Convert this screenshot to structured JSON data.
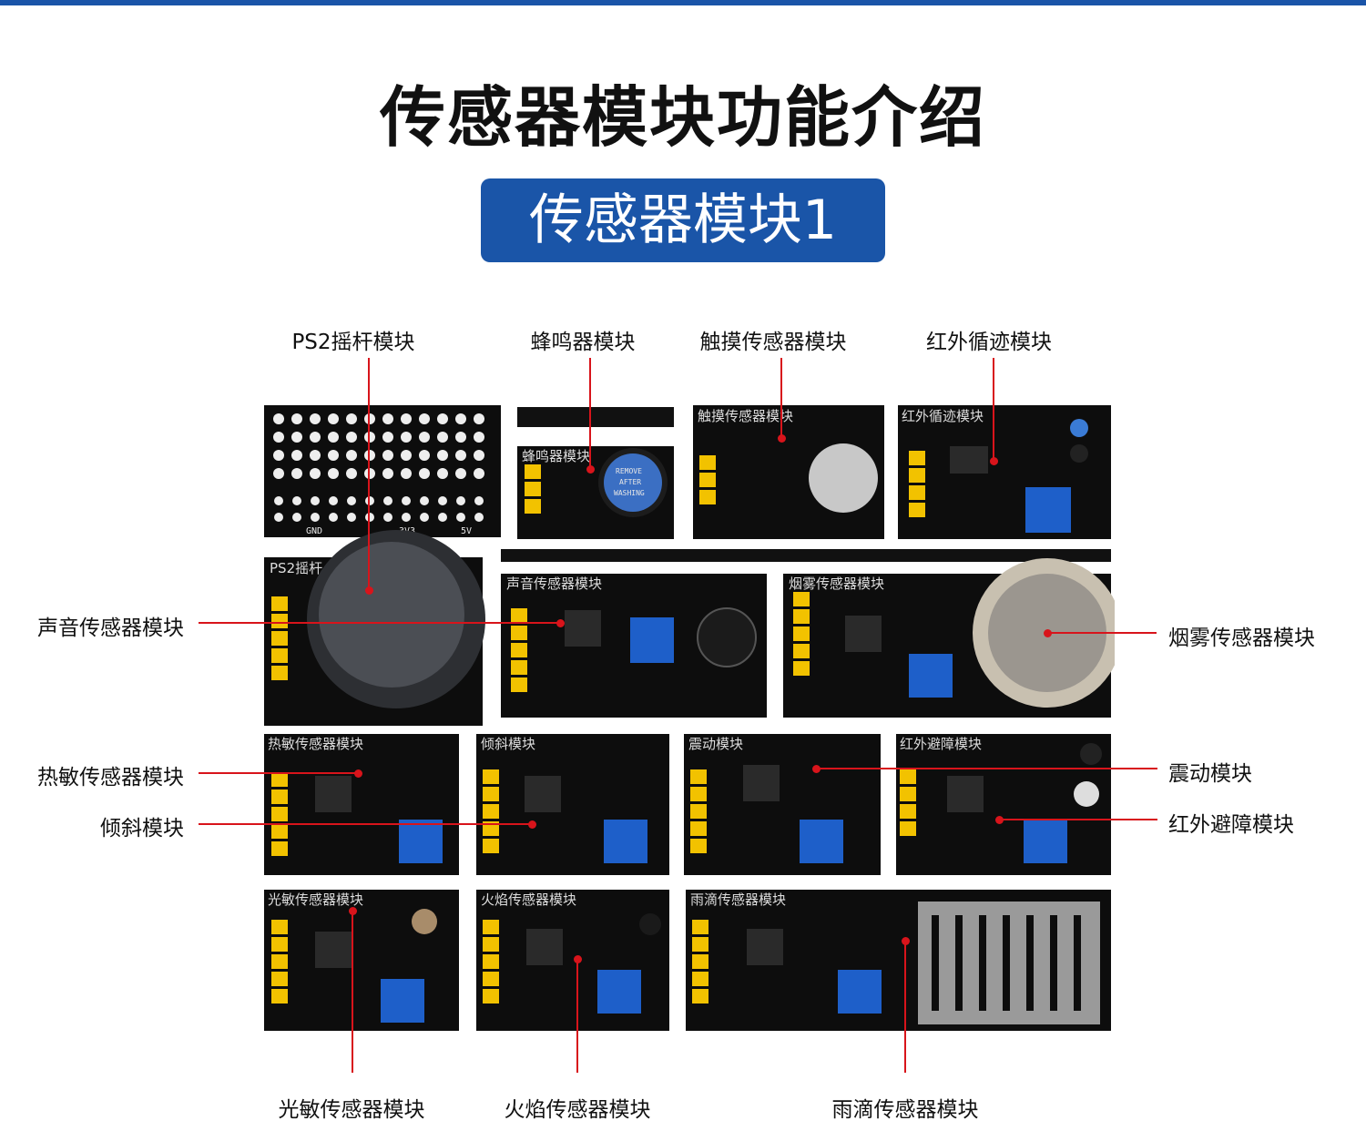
{
  "header": {
    "title": "传感器模块功能介绍",
    "subtitle": "传感器模块1"
  },
  "callouts": {
    "ps2_joystick": "PS2摇杆模块",
    "buzzer": "蜂鸣器模块",
    "touch": "触摸传感器模块",
    "ir_tracking": "红外循迹模块",
    "sound": "声音传感器模块",
    "smoke": "烟雾传感器模块",
    "thermal": "热敏传感器模块",
    "tilt": "倾斜模块",
    "vibration": "震动模块",
    "ir_obstacle": "红外避障模块",
    "light": "光敏传感器模块",
    "flame": "火焰传感器模块",
    "raindrop": "雨滴传感器模块"
  },
  "board": {
    "pin_labels": [
      "GND",
      "3V3",
      "5V"
    ],
    "silkscreen": {
      "ps2": "PS2摇杆",
      "buzzer": "蜂鸣器模块",
      "touch": "触摸传感器模块",
      "ir_tracking": "红外循迹模块",
      "sound": "声音传感器模块",
      "smoke": "烟雾传感器模块",
      "thermal": "热敏传感器模块",
      "tilt": "倾斜模块",
      "vibration": "震动模块",
      "ir_obstacle": "红外避障模块",
      "light": "光敏传感器模块",
      "flame": "火焰传感器模块",
      "raindrop": "雨滴传感器模块"
    },
    "buzzer_sticker": [
      "REMOVE",
      "AFTER",
      "WASHING"
    ],
    "colors": {
      "pcb": "#0d0d0d",
      "header_pin": "#f2c200",
      "potentiometer": "#1e5fc9",
      "callout_line": "#d8141b",
      "banner": "#1a55a8"
    }
  }
}
